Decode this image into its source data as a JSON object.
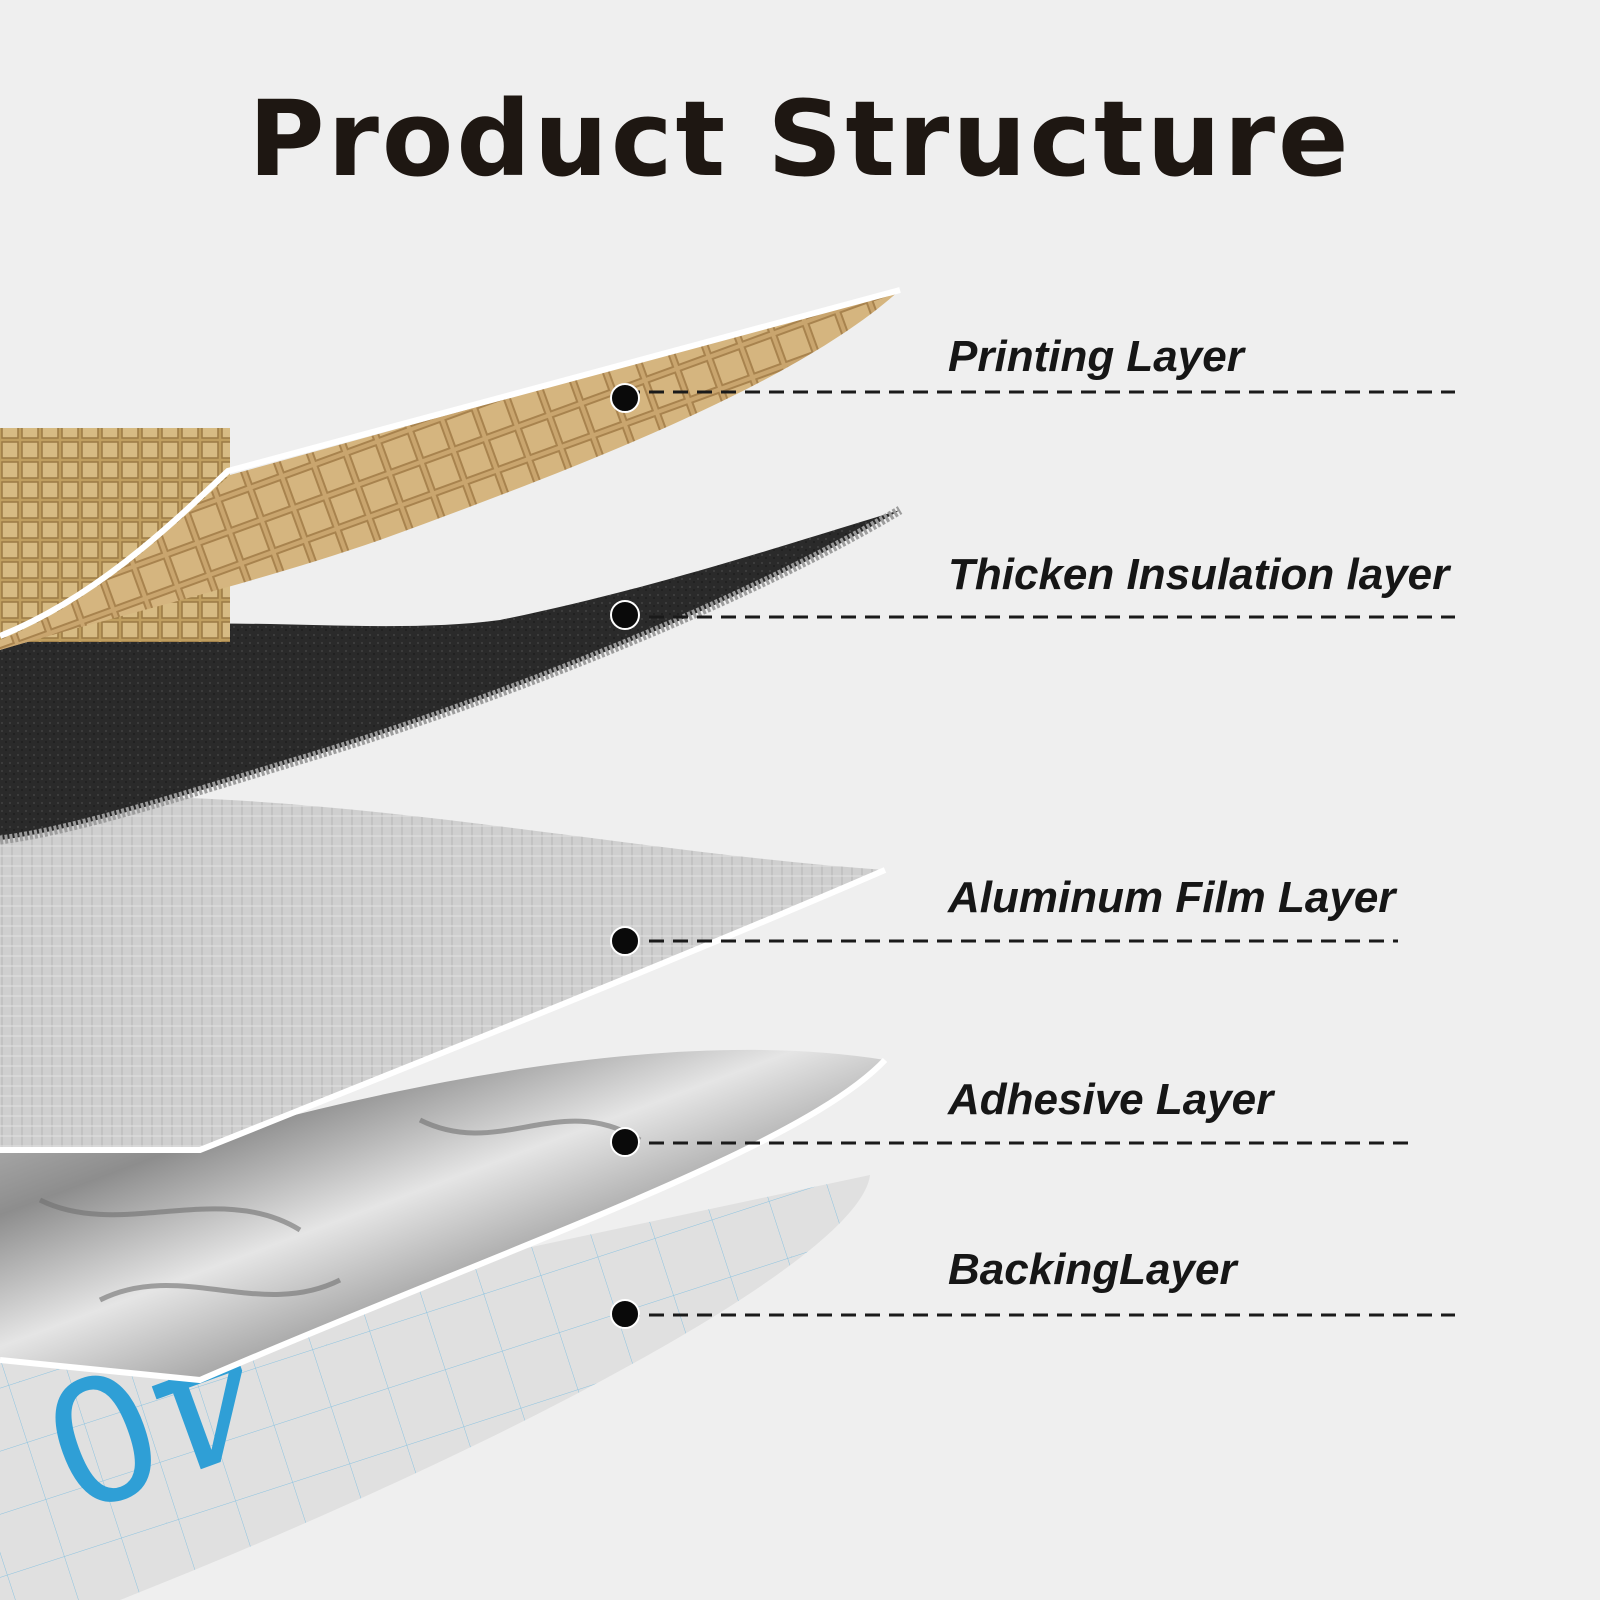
{
  "title": "Product Structure",
  "layers": [
    {
      "label": "Printing Layer",
      "color": "#c9a56e"
    },
    {
      "label": "Thicken Insulation layer",
      "color": "#2b2b2b"
    },
    {
      "label": "Aluminum Film Layer",
      "color": "#c7c7c7"
    },
    {
      "label": "Adhesive Layer",
      "color": "#a9a9a9"
    },
    {
      "label": "BackingLayer",
      "color": "#dedede"
    }
  ],
  "backing_print": "40"
}
